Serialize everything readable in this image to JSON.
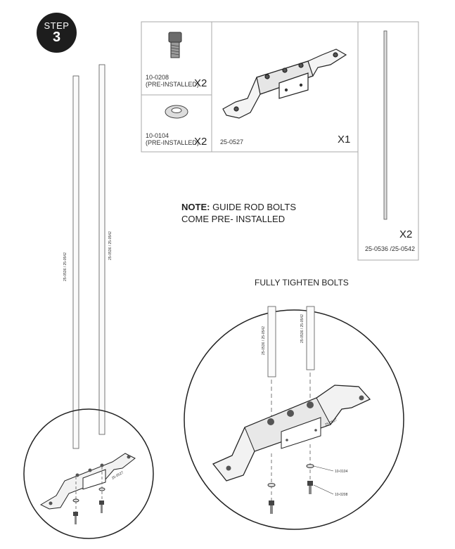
{
  "step": {
    "word": "STEP",
    "number": "3"
  },
  "parts": [
    {
      "name": "bolt",
      "code": "10-0208\n(PRE-INSTALLED)",
      "qty": "X2"
    },
    {
      "name": "washer",
      "code": "10-0104\n(PRE-INSTALLED)",
      "qty": "X2"
    },
    {
      "name": "bracket",
      "code": "25-0527",
      "qty": "X1"
    },
    {
      "name": "rod",
      "code": "25-0536 /25-0542",
      "qty": "X2"
    }
  ],
  "note": {
    "bold": "NOTE:",
    "line1": " GUIDE  ROD BOLTS",
    "line2": "COME PRE- INSTALLED"
  },
  "detail_caption": "FULLY TIGHTEN BOLTS",
  "rod_label": "25-0536 / 25-0542",
  "bracket_label": "25-0527",
  "washer_label": "10-0104",
  "bolt_label": "10-0208"
}
